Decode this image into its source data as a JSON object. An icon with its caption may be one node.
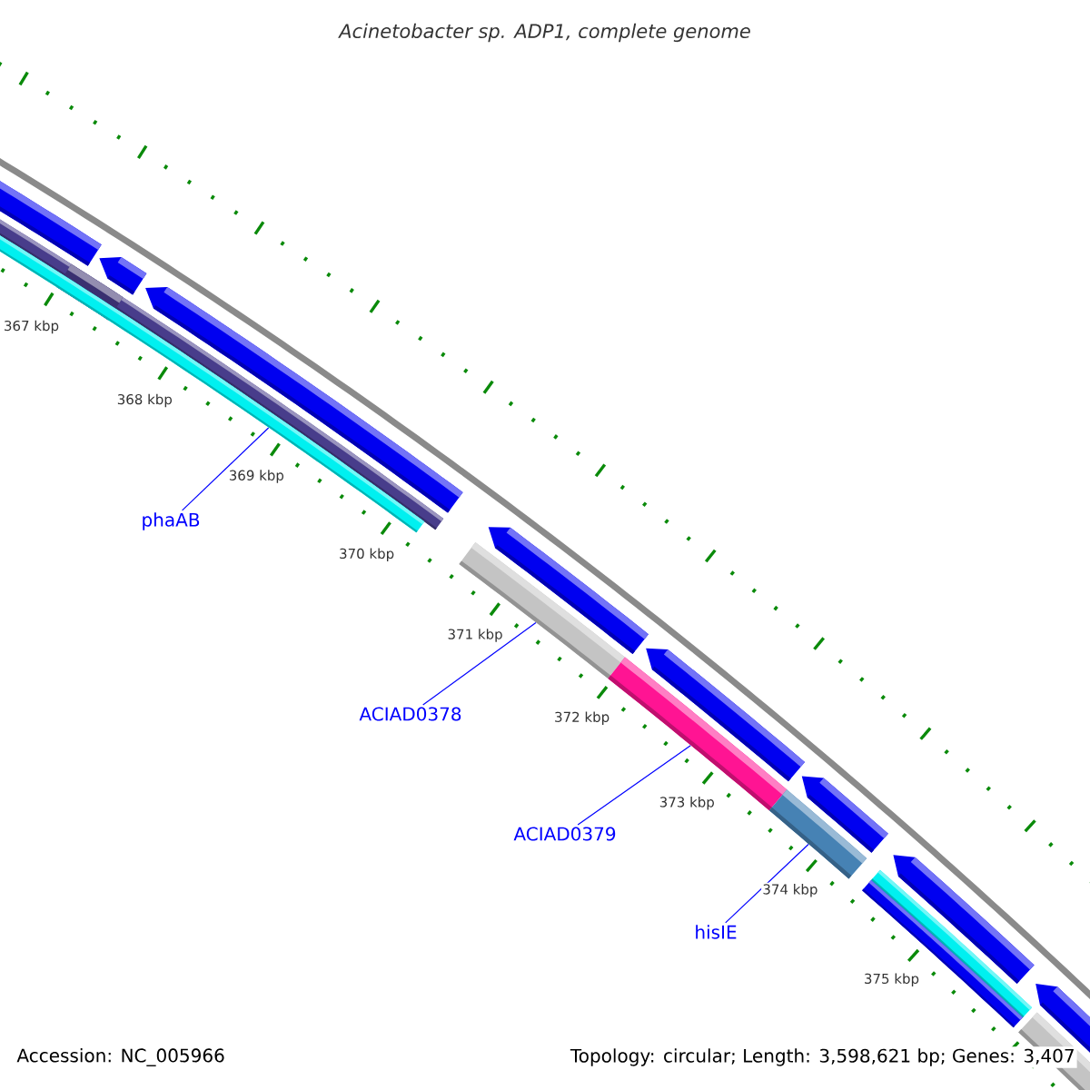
{
  "diagram": {
    "title": "Acinetobacter sp. ADP1, complete genome",
    "nodes": [
      {
        "text": [
          "phaAB"
        ]
      },
      {
        "text": [
          "ACIAD0378"
        ]
      },
      {
        "text": [
          "ACIAD0379"
        ]
      },
      {
        "text": [
          "hisIE"
        ]
      },
      {
        "text": [],
        "shape": "bar"
      },
      {
        "text": [],
        "shape": "bar"
      },
      {
        "text": [],
        "shape": "bar"
      },
      {
        "text": [],
        "shape": "bar"
      }
    ],
    "edges": [
      {
        "from": 0,
        "to": 4,
        "arrow": "none"
      },
      {
        "from": 1,
        "to": 5,
        "arrow": "none"
      },
      {
        "from": 2,
        "to": 6,
        "arrow": "none"
      },
      {
        "from": 3,
        "to": 7,
        "arrow": "none"
      }
    ],
    "labels": [
      "367 kbp",
      "368 kbp",
      "369 kbp",
      "370 kbp",
      "371 kbp",
      "372 kbp",
      "373 kbp",
      "374 kbp",
      "375 kbp",
      "Accession: NC_005966",
      "Topology: circular; Length: 3,598,621 bp; Genes: 3,407"
    ]
  }
}
